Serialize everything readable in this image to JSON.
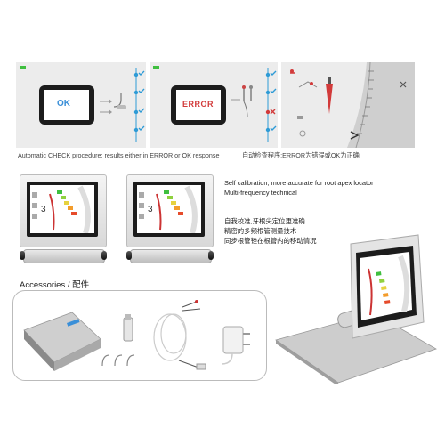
{
  "check_panels": {
    "ok_label": "OK",
    "error_label": "ERROR",
    "caption_en": "Automatic CHECK procedure: results either in ERROR or OK response",
    "caption_cn": "自动检查程序:ERROR为错误或OK为正确",
    "colors": {
      "ok": "#3a8fd8",
      "error": "#d23a3a",
      "check": "#2e9bd6",
      "tag": "#3fbf3f"
    }
  },
  "features": {
    "en_line1": "Self calibration, more accurate for root apex locator",
    "en_line2": "Multi-frequency technical",
    "cn_line1": "自我校准,牙根尖定位更准确",
    "cn_line2": "精密的多频根管测量技术",
    "cn_line3": "同步根管锉在根管内的移动情况"
  },
  "accessories": {
    "title": "Accessories / 配件"
  }
}
